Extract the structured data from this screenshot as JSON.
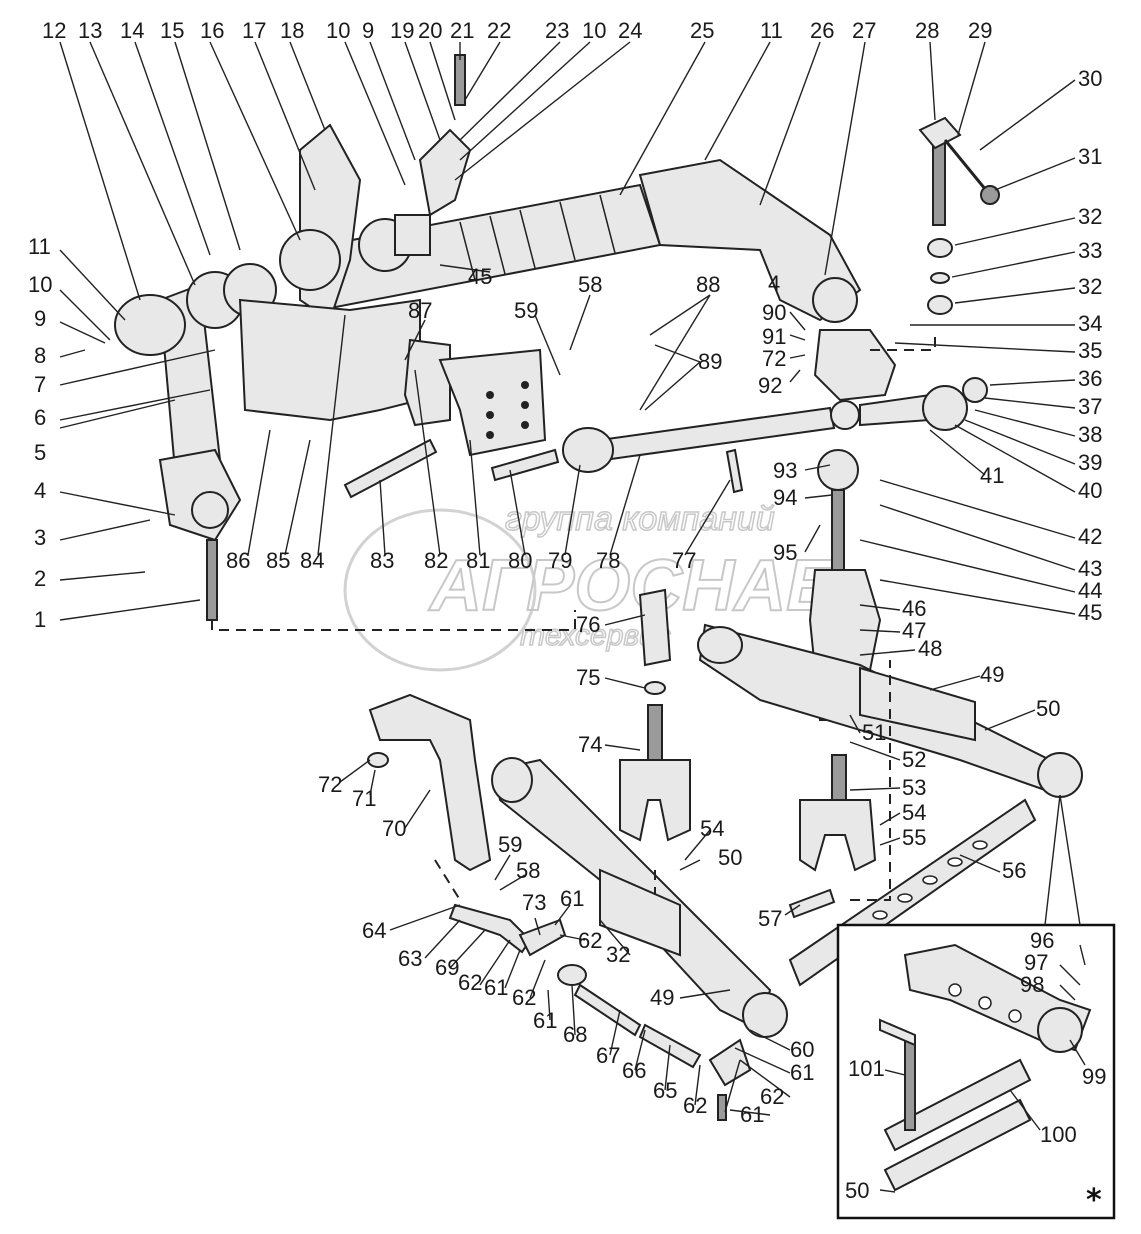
{
  "watermark": {
    "line1": "группа компаний",
    "line2": "АГРОСНАБ",
    "line3": "техсервис"
  },
  "inset_marker": "*",
  "labels": [
    "1",
    "2",
    "3",
    "4",
    "5",
    "6",
    "7",
    "8",
    "9",
    "10",
    "11",
    "12",
    "13",
    "14",
    "15",
    "16",
    "17",
    "18",
    "19",
    "20",
    "21",
    "22",
    "23",
    "24",
    "25",
    "26",
    "27",
    "28",
    "29",
    "30",
    "31",
    "32",
    "33",
    "34",
    "35",
    "36",
    "37",
    "38",
    "39",
    "40",
    "41",
    "42",
    "43",
    "44",
    "45",
    "46",
    "47",
    "48",
    "49",
    "50",
    "51",
    "52",
    "53",
    "54",
    "55",
    "56",
    "57",
    "58",
    "59",
    "60",
    "61",
    "62",
    "63",
    "64",
    "65",
    "66",
    "67",
    "68",
    "69",
    "70",
    "71",
    "72",
    "73",
    "74",
    "75",
    "76",
    "77",
    "78",
    "79",
    "80",
    "81",
    "82",
    "83",
    "84",
    "85",
    "86",
    "87",
    "88",
    "89",
    "90",
    "91",
    "92",
    "93",
    "94",
    "95",
    "96",
    "97",
    "98",
    "99",
    "100",
    "101"
  ],
  "extra_labels": [
    "4",
    "10",
    "11",
    "45",
    "72",
    "32",
    "49",
    "50",
    "54",
    "58",
    "59",
    "61",
    "62",
    "63",
    "64"
  ]
}
